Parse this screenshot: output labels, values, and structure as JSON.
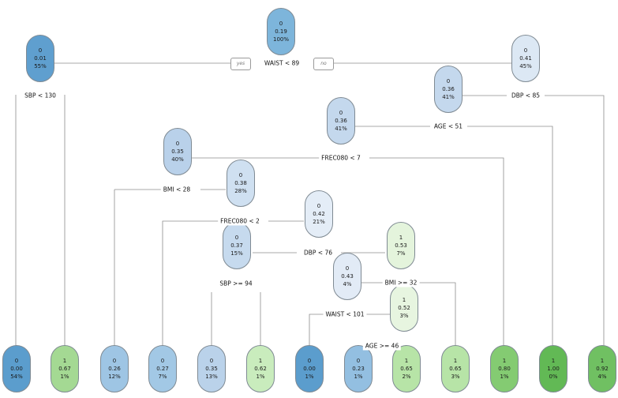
{
  "tree": {
    "root": {
      "class": "0",
      "prob": "0.19",
      "pct": "100%",
      "fill": "#7db5db"
    },
    "n2": {
      "class": "0",
      "prob": "0.01",
      "pct": "55%",
      "fill": "#5f9fcf"
    },
    "n3": {
      "class": "0",
      "prob": "0.41",
      "pct": "45%",
      "fill": "#dce8f4"
    },
    "n6": {
      "class": "0",
      "prob": "0.36",
      "pct": "41%",
      "fill": "#c4d8ed"
    },
    "n12": {
      "class": "0",
      "prob": "0.36",
      "pct": "41%",
      "fill": "#c4d8ed"
    },
    "n24": {
      "class": "0",
      "prob": "0.35",
      "pct": "40%",
      "fill": "#b9d1ea"
    },
    "n49": {
      "class": "0",
      "prob": "0.38",
      "pct": "28%",
      "fill": "#cfe0f1"
    },
    "n99": {
      "class": "0",
      "prob": "0.42",
      "pct": "21%",
      "fill": "#e4edf7"
    },
    "n198": {
      "class": "0",
      "prob": "0.37",
      "pct": "15%",
      "fill": "#c6daee"
    },
    "n199": {
      "class": "1",
      "prob": "0.53",
      "pct": "7%",
      "fill": "#e4f4dc"
    },
    "n398": {
      "class": "0",
      "prob": "0.43",
      "pct": "4%",
      "fill": "#e2ebf6"
    },
    "n797": {
      "class": "1",
      "prob": "0.52",
      "pct": "3%",
      "fill": "#e7f5e0"
    }
  },
  "splits": {
    "root": "WAIST < 89",
    "n2": "SBP < 130",
    "n3": "DBP < 85",
    "n6": "AGE < 51",
    "n12": "FREC080 < 7",
    "n24": "BMI < 28",
    "n49": "FREC080 < 2",
    "n99": "DBP < 76",
    "n198": "SBP >= 94",
    "n199": "BMI >= 32",
    "n398": "WAIST < 101",
    "n797": "AGE >= 46"
  },
  "branch_labels": {
    "yes": "yes",
    "no": "no"
  },
  "leaves": [
    {
      "class": "0",
      "prob": "0.00",
      "pct": "54%",
      "fill": "#5b9dcd"
    },
    {
      "class": "1",
      "prob": "0.67",
      "pct": "1%",
      "fill": "#a4d993"
    },
    {
      "class": "0",
      "prob": "0.26",
      "pct": "12%",
      "fill": "#9ec5e4"
    },
    {
      "class": "0",
      "prob": "0.27",
      "pct": "7%",
      "fill": "#a2c8e5"
    },
    {
      "class": "0",
      "prob": "0.35",
      "pct": "13%",
      "fill": "#bad2ea"
    },
    {
      "class": "1",
      "prob": "0.62",
      "pct": "1%",
      "fill": "#c9ecbd"
    },
    {
      "class": "0",
      "prob": "0.00",
      "pct": "1%",
      "fill": "#5b9dcd"
    },
    {
      "class": "0",
      "prob": "0.23",
      "pct": "1%",
      "fill": "#93bfe1"
    },
    {
      "class": "1",
      "prob": "0.65",
      "pct": "2%",
      "fill": "#b7e4a7"
    },
    {
      "class": "1",
      "prob": "0.65",
      "pct": "3%",
      "fill": "#b7e4a7"
    },
    {
      "class": "1",
      "prob": "0.80",
      "pct": "1%",
      "fill": "#84cb72"
    },
    {
      "class": "1",
      "prob": "1.00",
      "pct": "0%",
      "fill": "#62b955"
    },
    {
      "class": "1",
      "prob": "0.92",
      "pct": "4%",
      "fill": "#70c062"
    }
  ]
}
